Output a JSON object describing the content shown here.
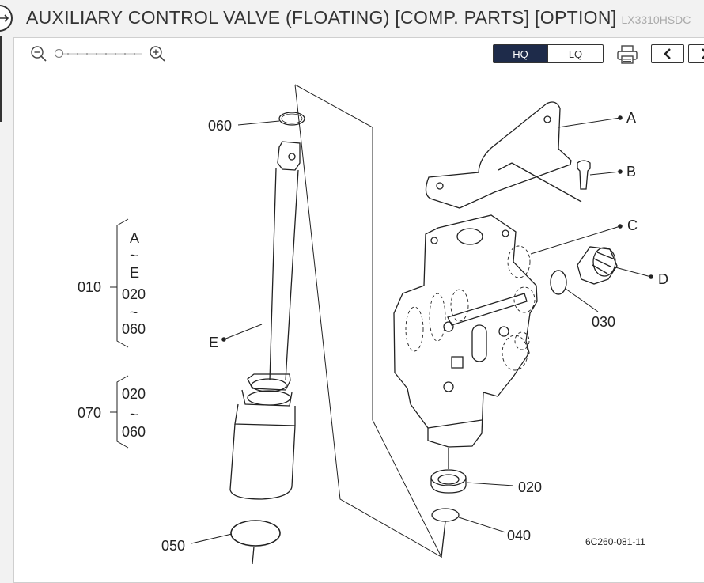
{
  "header": {
    "title": "AUXILIARY CONTROL VALVE (FLOATING) [COMP. PARTS] [OPTION]",
    "model": "LX3310HSDC"
  },
  "toolbar": {
    "hq_label": "HQ",
    "lq_label": "LQ"
  },
  "diagram": {
    "callouts": {
      "p060_top": "060",
      "pA": "A",
      "pB": "B",
      "pC": "C",
      "pD": "D",
      "p030": "030",
      "pE": "E",
      "p020": "020",
      "p040": "040",
      "p050": "050"
    },
    "group1": {
      "number": "010",
      "lines": [
        "A",
        "~",
        "E",
        "020",
        "~",
        "060"
      ]
    },
    "group2": {
      "number": "070",
      "lines": [
        "020",
        "~",
        "060"
      ]
    },
    "figure_code": "6C260-081-11"
  }
}
